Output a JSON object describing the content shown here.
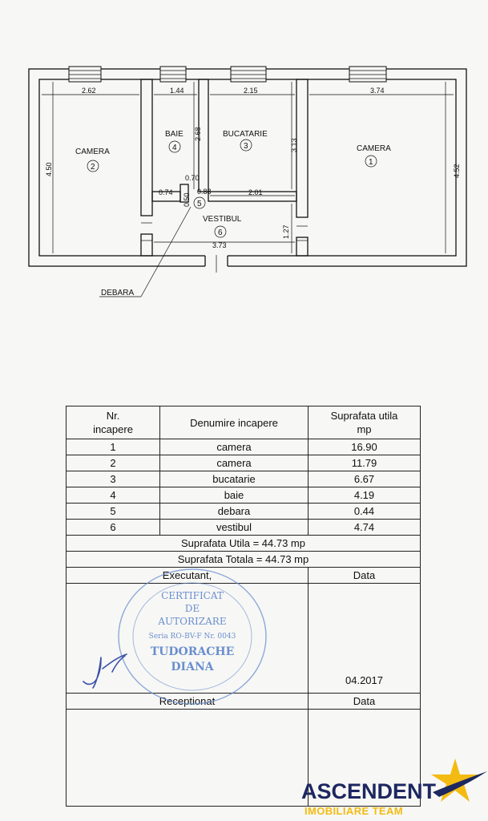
{
  "plan": {
    "rooms": [
      {
        "name": "CAMERA",
        "number": "1"
      },
      {
        "name": "CAMERA",
        "number": "2"
      },
      {
        "name": "BUCATARIE",
        "number": "3"
      },
      {
        "name": "BAIE",
        "number": "4"
      },
      {
        "number": "5"
      },
      {
        "name": "VESTIBUL",
        "number": "6"
      }
    ],
    "debara_label": "DEBARA",
    "dimensions": [
      "2.62",
      "1.44",
      "2.15",
      "3.74",
      "4.50",
      "2.68",
      "3.13",
      "4.52",
      "0.70",
      "0.74",
      "0.50",
      "0.88",
      "2.01",
      "1.27",
      "3.73"
    ]
  },
  "table": {
    "headers": {
      "nr": [
        "Nr.",
        "incapere"
      ],
      "name": "Denumire incapere",
      "area": [
        "Suprafata utila",
        "mp"
      ]
    },
    "rows": [
      {
        "nr": "1",
        "name": "camera",
        "area": "16.90"
      },
      {
        "nr": "2",
        "name": "camera",
        "area": "11.79"
      },
      {
        "nr": "3",
        "name": "bucatarie",
        "area": "6.67"
      },
      {
        "nr": "4",
        "name": "baie",
        "area": "4.19"
      },
      {
        "nr": "5",
        "name": "debara",
        "area": "0.44"
      },
      {
        "nr": "6",
        "name": "vestibul",
        "area": "4.74"
      }
    ],
    "suprafata_utila": "Suprafata Utila = 44.73 mp",
    "suprafata_totala": "Suprafata Totala = 44.73  mp",
    "executant": "Executant,",
    "data_label": "Data",
    "date_value": "04.2017",
    "receptionat": "Receptionat",
    "data_label_2": "Data"
  },
  "stamp": {
    "lines": [
      "CERTIFICAT",
      "DE",
      "AUTORIZARE",
      "Seria RO-BV-F  Nr. 0043",
      "TUDORACHE",
      "DIANA"
    ],
    "color": "#6a8fd0"
  },
  "logo": {
    "name": "ASCENDENT",
    "tagline": "IMOBILIARE TEAM",
    "colors": {
      "navy": "#1d2760",
      "gold": "#f3bb12"
    }
  }
}
